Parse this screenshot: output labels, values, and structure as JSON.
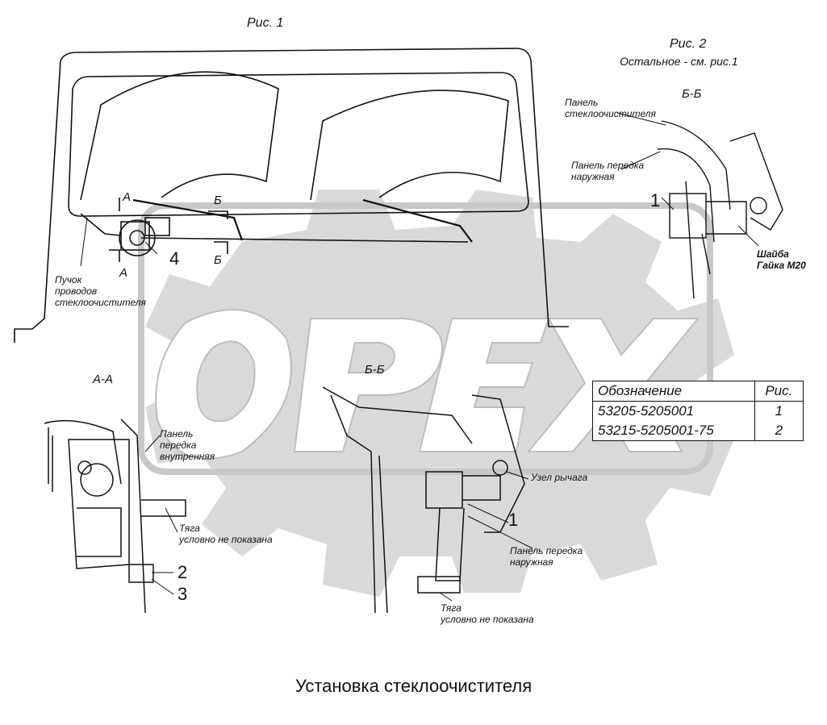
{
  "figures": {
    "fig1": "Рис. 1",
    "fig2": "Рис. 2",
    "fig2_note": "Остальное - см. рис.1"
  },
  "watermark": "OPEX",
  "sections": {
    "a": "А",
    "b": "Б",
    "aa": "А-А",
    "bb1": "Б-Б",
    "bb2": "Б-Б"
  },
  "callouts": {
    "n1": "1",
    "n1b": "1",
    "n2": "2",
    "n3": "3",
    "n4": "4"
  },
  "labels": {
    "wire_bundle": [
      "Пучок",
      "проводов",
      "стеклоочистителя"
    ],
    "wiper_panel": [
      "Панель",
      "стеклоочистителя"
    ],
    "front_panel_outer_fig2": [
      "Панель передка",
      "наружная"
    ],
    "washer_nut": [
      "Шайба",
      "Гайка М20"
    ],
    "front_panel_inner": [
      "Панель",
      "передка",
      "внутренняя"
    ],
    "rod_aa": [
      "Тяга",
      "условно не показана"
    ],
    "lever_unit": "Узел рычага",
    "front_panel_outer_bb": [
      "Панель передка",
      "наружная"
    ],
    "rod_bb": [
      "Тяга",
      "условно не показана"
    ]
  },
  "table": {
    "headers": [
      "Обозначение",
      "Рис."
    ],
    "rows": [
      [
        "53205-5205001",
        "1"
      ],
      [
        "53215-5205001-75",
        "2"
      ]
    ]
  },
  "caption": "Установка стеклоочистителя"
}
